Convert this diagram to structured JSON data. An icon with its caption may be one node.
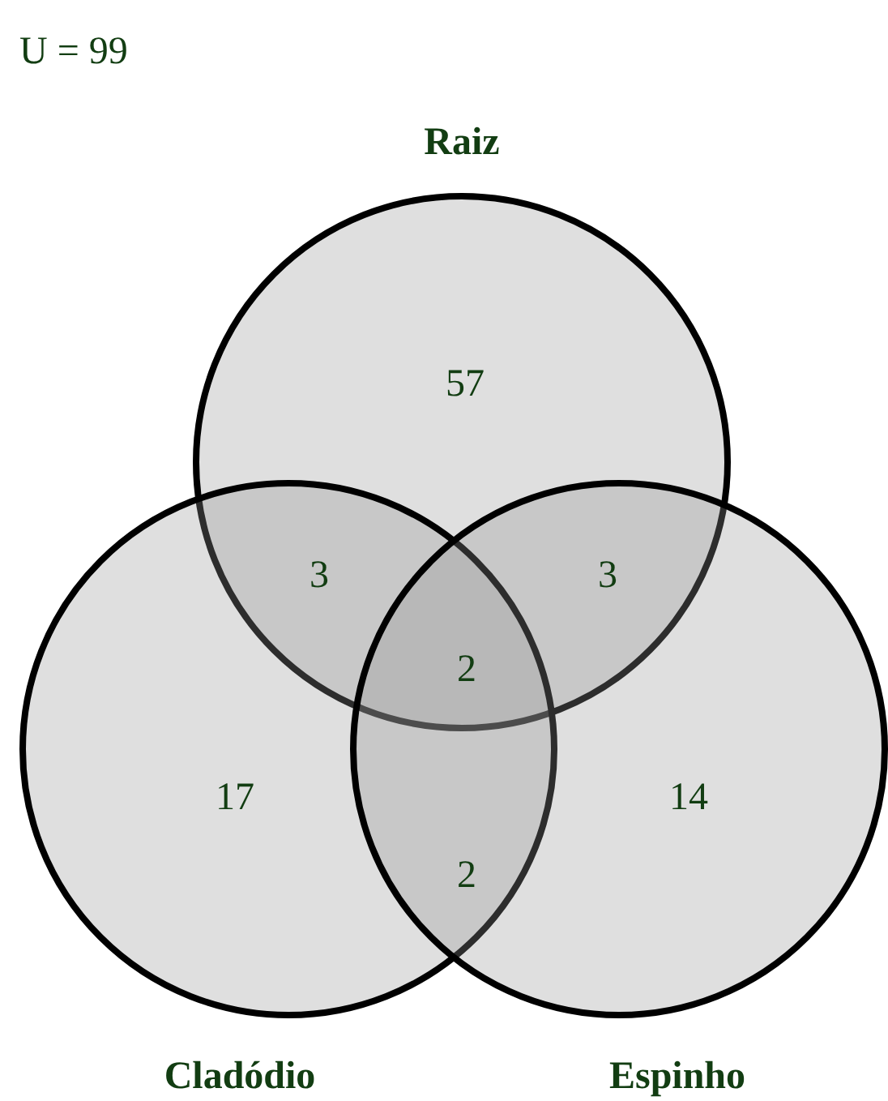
{
  "diagram": {
    "nodes": [
      {
        "text": [
          "Raiz"
        ]
      },
      {
        "text": [
          "Cladódio"
        ]
      },
      {
        "text": [
          "Espinho"
        ]
      }
    ],
    "labels": [
      "U = 99",
      "57",
      "3",
      "3",
      "2",
      "17",
      "2",
      "14"
    ]
  }
}
